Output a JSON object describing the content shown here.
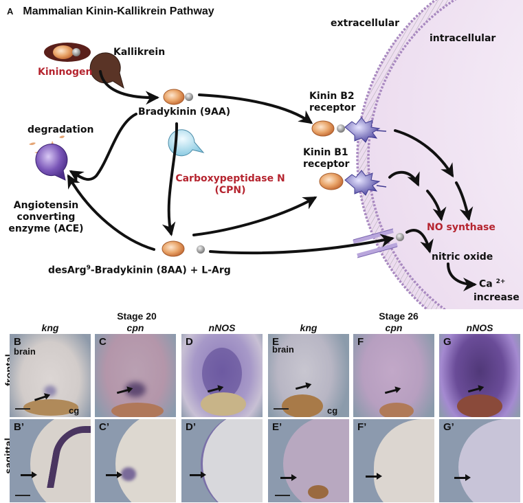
{
  "figure": {
    "panel_a": {
      "letter": "A",
      "title": "Mammalian Kinin-Kallikrein Pathway",
      "labels": {
        "kininogen": "Kininogen",
        "kallikrein": "Kallikrein",
        "bradykinin": "Bradykinin (9AA)",
        "degradation": "degradation",
        "ace_line1": "Angiotensin",
        "ace_line2": "converting",
        "ace_line3": "enzyme (ACE)",
        "cpn_line1": "Carboxypeptidase N",
        "cpn_line2": "(CPN)",
        "desarg_prefix": "desArg",
        "desarg_sup": "9",
        "desarg_suffix": "-Bradykinin (8AA) + L-Arg",
        "extracellular": "extracellular",
        "intracellular": "intracellular",
        "b2_line1": "Kinin B2",
        "b2_line2": "receptor",
        "b1_line1": "Kinin B1",
        "b1_line2": "receptor",
        "no_synthase": "NO synthase",
        "nitric_oxide": "nitric oxide",
        "ca": "Ca",
        "ca_sup": "2+",
        "increase": "increase"
      },
      "colors": {
        "highlight_red": "#b5242f",
        "peptide_orange": "#e39a5e",
        "kallikrein_brown": "#5a3426",
        "cpn_blue": "#a8d8ea",
        "ace_purple": "#6a4aa8",
        "membrane_purple": "#a888c0",
        "receptor_blue": "#6a63b0",
        "cell_interior": "#f3eaf5"
      }
    },
    "stage_headers": [
      "Stage 20",
      "Stage 26"
    ],
    "column_genes": [
      "kng",
      "cpn",
      "nNOS",
      "kng",
      "cpn",
      "nNOS"
    ],
    "row_labels": [
      "frontal",
      "sagittal"
    ],
    "panels_frontal": [
      {
        "letter": "B",
        "annotations": [
          "brain",
          "cg"
        ]
      },
      {
        "letter": "C",
        "annotations": []
      },
      {
        "letter": "D",
        "annotations": []
      },
      {
        "letter": "E",
        "annotations": [
          "brain",
          "cg"
        ]
      },
      {
        "letter": "F",
        "annotations": []
      },
      {
        "letter": "G",
        "annotations": []
      }
    ],
    "panels_sagittal": [
      {
        "letter": "B’"
      },
      {
        "letter": "C’"
      },
      {
        "letter": "D’"
      },
      {
        "letter": "E’"
      },
      {
        "letter": "F’"
      },
      {
        "letter": "G’"
      }
    ]
  }
}
